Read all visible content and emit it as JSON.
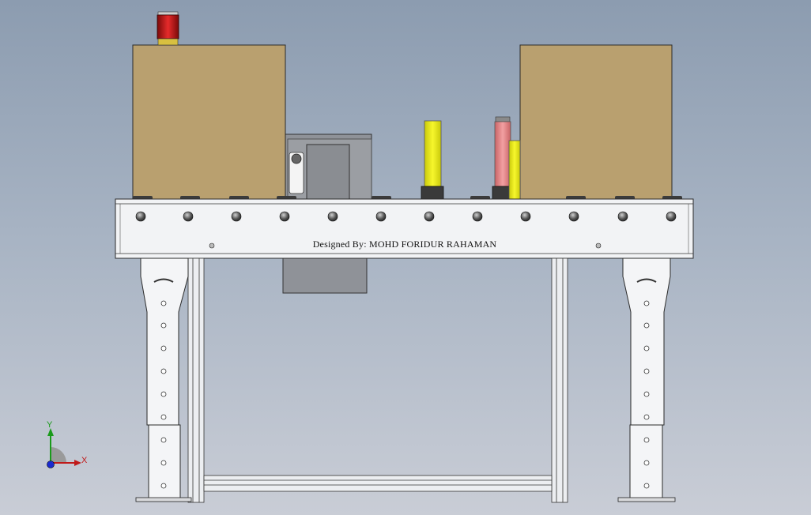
{
  "caption": "Designed By: MOHD FORIDUR RAHAMAN",
  "triad": {
    "x_label": "X",
    "y_label": "Y"
  },
  "colors": {
    "box": "#b9a06f",
    "frame": "#f2f3f5",
    "yellow_post": "#ecec1a",
    "pink_post": "#e9878a",
    "beacon_red": "#c81a1a",
    "panel_gray": "#8f9298"
  },
  "icons": [
    "cardboard-box",
    "stack-light",
    "sensor-post",
    "control-box",
    "leveling-foot",
    "coordinate-triad"
  ]
}
